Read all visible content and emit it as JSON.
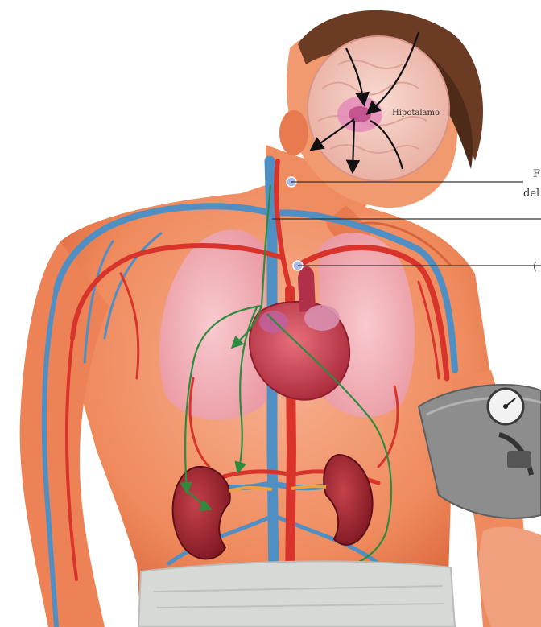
{
  "labels": {
    "hypothalamus": "Hipotalamo",
    "right_label_1_line1": "F",
    "right_label_1_line2": "del",
    "right_label_3": "("
  },
  "colors": {
    "skin": "#f08a5d",
    "skin_light": "#f6b08f",
    "vein": "#4f8fc4",
    "artery": "#d9342b",
    "nerve": "#2e8b3e",
    "kidney": "#9b1f2a",
    "lung": "#f2b7c2",
    "brain": "#f3c9c0",
    "hair": "#6b3b24",
    "cuff": "#8d8d8d",
    "pants": "#d7d9d6"
  }
}
